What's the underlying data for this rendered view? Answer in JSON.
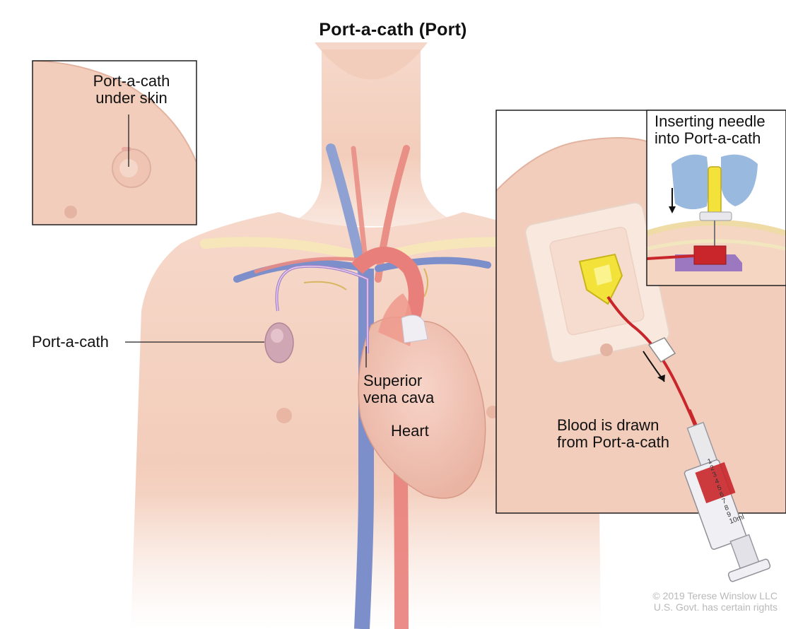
{
  "title": "Port-a-cath (Port)",
  "labels": {
    "inset_under_skin_line1": "Port-a-cath",
    "inset_under_skin_line2": "under skin",
    "port": "Port-a-cath",
    "svc_line1": "Superior",
    "svc_line2": "vena cava",
    "heart": "Heart",
    "needle_line1": "Inserting needle",
    "needle_line2": "into Port-a-cath",
    "blood_line1": "Blood is drawn",
    "blood_line2": "from Port-a-cath"
  },
  "syringe_scale": [
    "1",
    "2",
    "3",
    "4",
    "5",
    "6",
    "7",
    "8",
    "9",
    "10ml"
  ],
  "credit": {
    "line1": "© 2019 Terese Winslow LLC",
    "line2": "U.S. Govt. has certain rights"
  },
  "colors": {
    "skin": "#f3cdbb",
    "skin_shadow": "#e6b09a",
    "vein": "#7d8fca",
    "artery": "#e97f7b",
    "blood": "#c8262a",
    "wing_yellow": "#f2e23a",
    "glove_blue": "#8fb1dc",
    "port_base": "#9b78c0"
  }
}
